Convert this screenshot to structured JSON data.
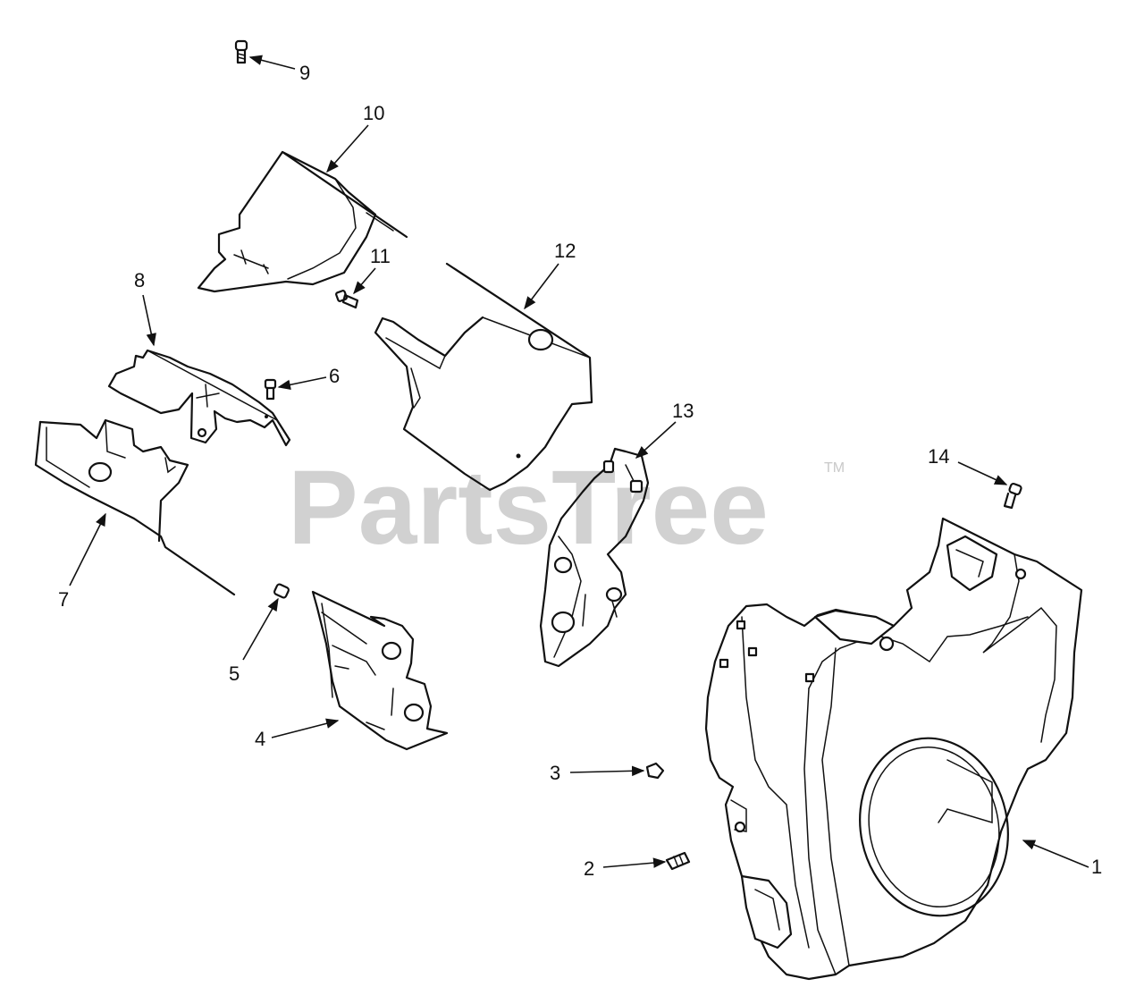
{
  "watermark": {
    "text": "PartsTree",
    "tm": "TM"
  },
  "callouts": [
    {
      "id": "1",
      "label": "1"
    },
    {
      "id": "2",
      "label": "2"
    },
    {
      "id": "3",
      "label": "3"
    },
    {
      "id": "4",
      "label": "4"
    },
    {
      "id": "5",
      "label": "5"
    },
    {
      "id": "6",
      "label": "6"
    },
    {
      "id": "7",
      "label": "7"
    },
    {
      "id": "8",
      "label": "8"
    },
    {
      "id": "9",
      "label": "9"
    },
    {
      "id": "10",
      "label": "10"
    },
    {
      "id": "11",
      "label": "11"
    },
    {
      "id": "12",
      "label": "12"
    },
    {
      "id": "13",
      "label": "13"
    },
    {
      "id": "14",
      "label": "14"
    }
  ]
}
